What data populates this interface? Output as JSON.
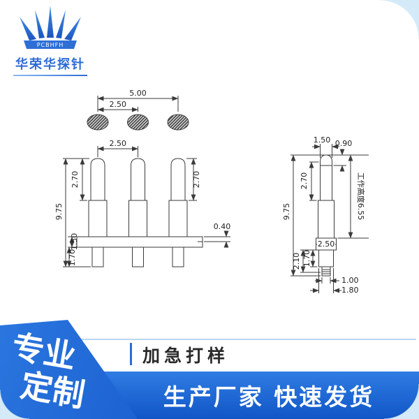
{
  "logo": {
    "mark_text": "PCBHFH",
    "company": "华荣华探针"
  },
  "drawing": {
    "top_view": {
      "overall_width": "5.00",
      "pitch": "2.50"
    },
    "front_view": {
      "pitch": "2.50",
      "plunger_left": "2.70",
      "plunger_right": "2.70",
      "overall_height": "9.75",
      "flange_thickness": "1.50",
      "tail_length": "1.70",
      "step": "0.40"
    },
    "side_view": {
      "tip_width": "1.50",
      "tip_height": "0.90",
      "plunger_length": "2.70",
      "overall_height": "9.75",
      "working_height": "工作高度6.55",
      "flange_width": "2.50",
      "lower_length": "2.10",
      "tail_length": "1.70",
      "tail_tip_width": "1.00",
      "tail_width": "1.80"
    }
  },
  "banner": {
    "headline_line1": "专业",
    "headline_line2": "定制",
    "tag": "加急打样",
    "strip": "生产厂家 快速发货"
  },
  "colors": {
    "brand_blue": "#2f7ce3",
    "deep_blue": "#0e4ec4",
    "divider_blue": "#2f6bd8",
    "corner_light": "#d4eaf8",
    "line_color": "#3a3a3a"
  }
}
